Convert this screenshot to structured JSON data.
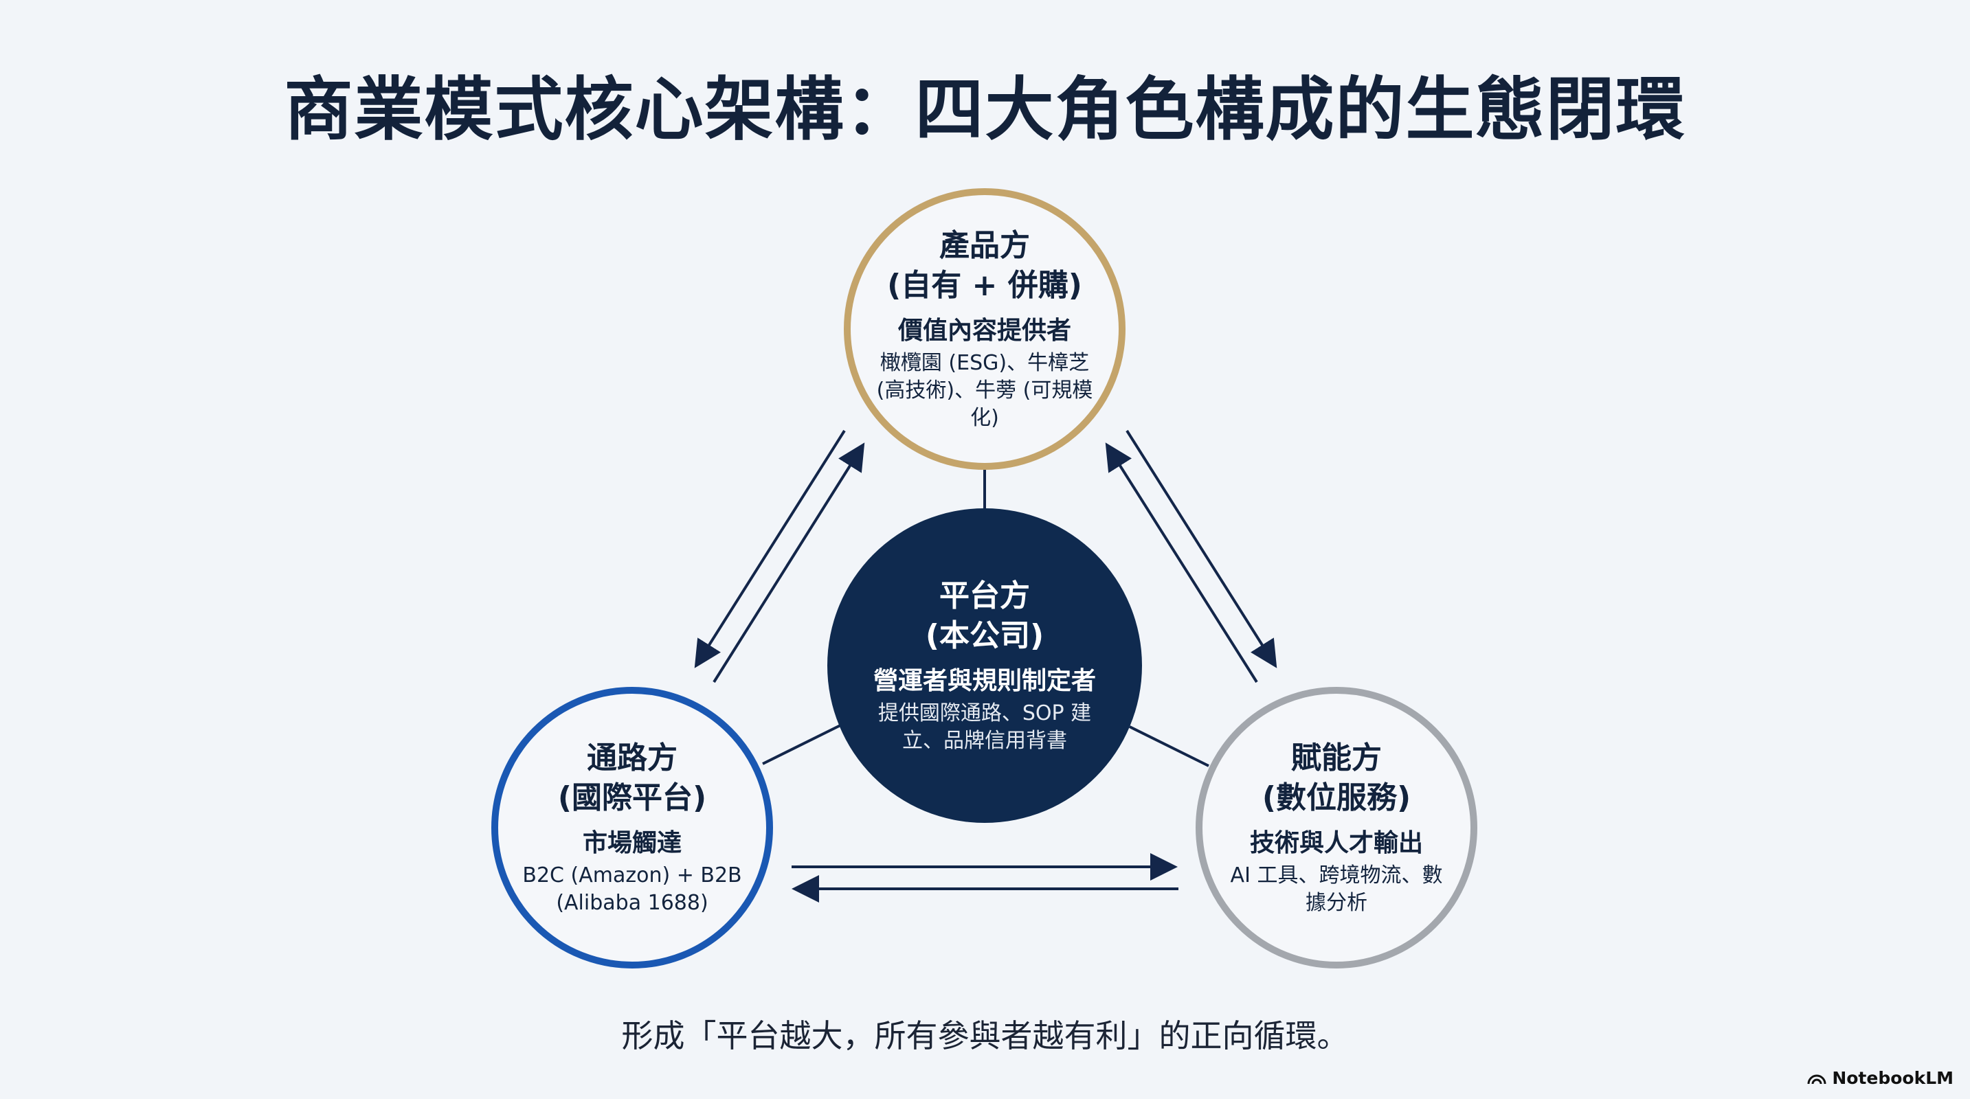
{
  "title": "商業模式核心架構：四大角色構成的生態閉環",
  "nodes": {
    "product": {
      "name": "產品方",
      "sub": "(自有 + 併購)",
      "role": "價值內容提供者",
      "detail": "橄欖園 (ESG)、牛樟芝 (高技術)、牛蒡 (可規模化)",
      "color": "#c4a46a"
    },
    "platform": {
      "name": "平台方",
      "sub": "(本公司)",
      "role": "營運者與規則制定者",
      "detail": "提供國際通路、SOP 建立、品牌信用背書",
      "color": "#0f2a4f"
    },
    "channel": {
      "name": "通路方",
      "sub": "(國際平台)",
      "role": "市場觸達",
      "detail": "B2C (Amazon) + B2B (Alibaba 1688)",
      "color": "#1a58b3"
    },
    "enabler": {
      "name": "賦能方",
      "sub": "(數位服務)",
      "role": "技術與人才輸出",
      "detail": "AI 工具、跨境物流、數據分析",
      "color": "#a3a7ad"
    }
  },
  "footer": "形成「平台越大，所有參與者越有利」的正向循環。",
  "brand": "NotebookLM"
}
